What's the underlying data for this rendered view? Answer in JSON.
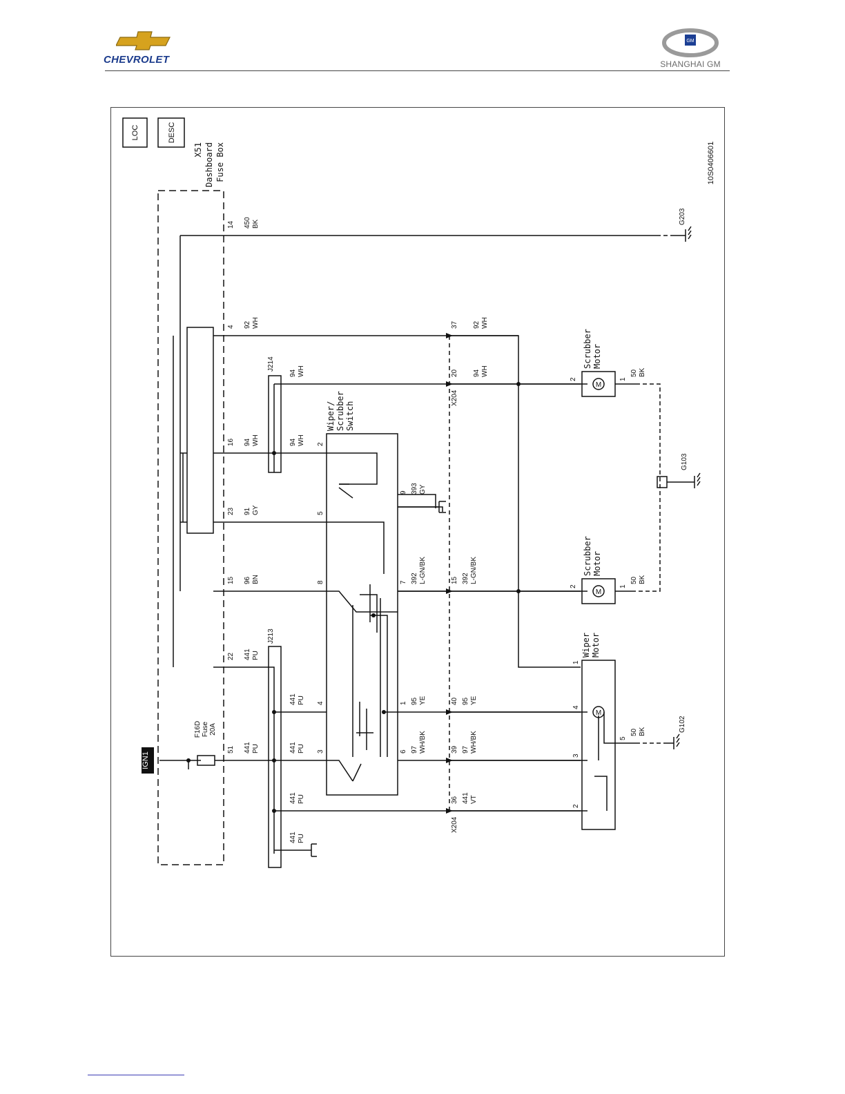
{
  "header": {
    "left_logo_text": "CHEVROLET",
    "right_logo_text": "SHANGHAI GM",
    "right_emblem_text": "GM"
  },
  "diagram": {
    "figure_code": "10S0406601",
    "loc_symbol": "LOC",
    "desc_symbol": "DESC",
    "ign_label": "IGN1",
    "fuse_box": {
      "lines": [
        "X51",
        "Dashboard",
        "Fuse Box"
      ]
    },
    "fuse": {
      "lines": [
        "F16D",
        "Fuse",
        "20A"
      ]
    },
    "switch_title": [
      "Wiper/",
      "Scrubber",
      "Switch"
    ],
    "motor_right": [
      "Scrubber",
      "Motor"
    ],
    "motor_left": [
      "Scrubber",
      "Motor"
    ],
    "wiper_motor": [
      "Wiper",
      "Motor"
    ],
    "splice_j214": "J214",
    "splice_j213": "J213",
    "connector_x204_a": "X204",
    "connector_x204_b": "X204",
    "grounds": {
      "g203": "G203",
      "g103": "G103",
      "g102": "G102"
    },
    "fusebox_pins": {
      "p14": [
        "14",
        "450",
        "BK"
      ],
      "p4": [
        "4",
        "92",
        "WH"
      ],
      "p16": [
        "16",
        "94",
        "WH"
      ],
      "p23": [
        "23",
        "91",
        "GY"
      ],
      "p15": [
        "15",
        "96",
        "BN"
      ],
      "p22": [
        "22",
        "441",
        "PU"
      ],
      "p51": [
        "51",
        "441",
        "PU"
      ]
    },
    "j214_wire": [
      "94",
      "WH"
    ],
    "switch_pins": {
      "s2": [
        "2",
        "94",
        "WH"
      ],
      "s5": "5",
      "s8": "8",
      "s4": [
        "441",
        "PU",
        "4"
      ],
      "s3": [
        "441",
        "PU",
        "3"
      ],
      "s9": [
        "9",
        "393",
        "GY"
      ],
      "s7": [
        "7",
        "392",
        "L-GN/BK"
      ],
      "s1": [
        "1",
        "95",
        "YE"
      ],
      "s6": [
        "6",
        "97",
        "WH/BK"
      ]
    },
    "j213_lower": [
      "441",
      "PU"
    ],
    "j213_ground": [
      "441",
      "PU"
    ],
    "x204_pins": {
      "c37": [
        "37",
        "92",
        "WH"
      ],
      "c20": [
        "20",
        "94",
        "WH"
      ],
      "c15": [
        "15",
        "392",
        "L-GN/BK"
      ],
      "c40": [
        "40",
        "95",
        "YE"
      ],
      "c39": [
        "39",
        "97",
        "WH/BK"
      ],
      "c36": [
        "36",
        "441",
        "VT"
      ]
    },
    "motor_right_pins": {
      "a": "2",
      "b": "1",
      "wire": [
        "50",
        "BK"
      ]
    },
    "motor_left_pins": {
      "a": "2",
      "b": "1",
      "wire": [
        "50",
        "BK"
      ]
    },
    "wiper_pins": {
      "p1": "1",
      "p4": "4",
      "p3": "3",
      "p2": "2",
      "p5": "5",
      "wire5": [
        "50",
        "BK"
      ]
    },
    "motor_symbol": "M"
  }
}
